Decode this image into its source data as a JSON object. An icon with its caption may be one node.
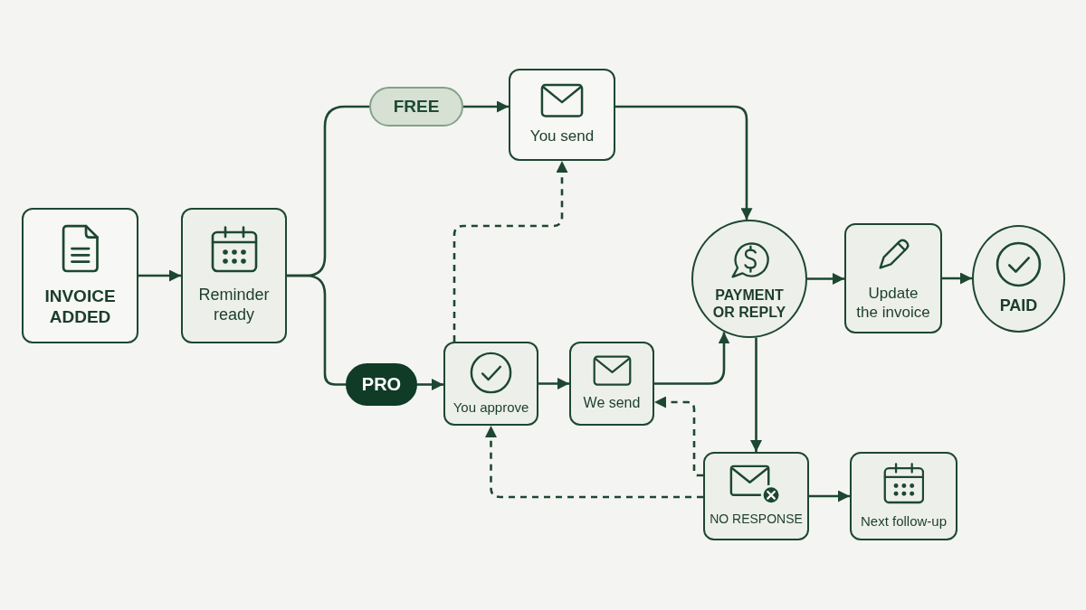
{
  "diagram": {
    "nodes": [
      {
        "text": [
          "INVOICE ADDED"
        ]
      },
      {
        "text": [
          "Reminder ready"
        ]
      },
      {
        "text": [
          "FREE"
        ]
      },
      {
        "text": [
          "You send"
        ]
      },
      {
        "text": [
          "PRO"
        ]
      },
      {
        "text": [
          "You approve"
        ]
      },
      {
        "text": [
          "We send"
        ]
      },
      {
        "text": [
          "PAYMENT OR REPLY"
        ]
      },
      {
        "text": [
          "Update the invoice"
        ]
      },
      {
        "text": [
          "PAID"
        ]
      },
      {
        "text": [
          "NO RESPONSE"
        ]
      },
      {
        "text": [
          "Next follow-up"
        ]
      }
    ],
    "edges": [
      {
        "from": 0,
        "to": 1,
        "arrow": "to"
      },
      {
        "from": 1,
        "to": 2,
        "arrow": "none"
      },
      {
        "from": 1,
        "to": 4,
        "arrow": "none"
      },
      {
        "from": 2,
        "to": 3,
        "arrow": "to"
      },
      {
        "from": 4,
        "to": 5,
        "arrow": "to"
      },
      {
        "from": 3,
        "to": 7,
        "arrow": "to"
      },
      {
        "from": 5,
        "to": 3,
        "arrow": "to",
        "style": "dashed"
      },
      {
        "from": 5,
        "to": 6,
        "arrow": "to"
      },
      {
        "from": 6,
        "to": 7,
        "arrow": "to"
      },
      {
        "from": 7,
        "to": 8,
        "arrow": "to"
      },
      {
        "from": 8,
        "to": 9,
        "arrow": "to"
      },
      {
        "from": 7,
        "to": 10,
        "arrow": "to"
      },
      {
        "from": 10,
        "to": 6,
        "arrow": "to",
        "style": "dashed"
      },
      {
        "from": 10,
        "to": 5,
        "arrow": "to",
        "style": "dashed"
      },
      {
        "from": 10,
        "to": 11,
        "arrow": "to"
      }
    ]
  }
}
